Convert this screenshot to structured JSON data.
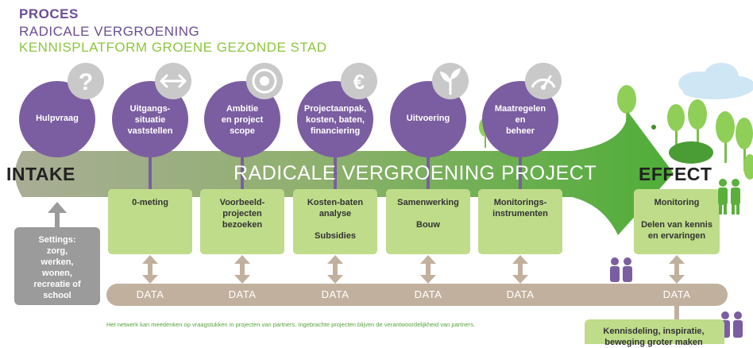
{
  "header": {
    "title": "PROCES",
    "subtitle": "RADICALE VERGROENING",
    "platform": "KENNISPLATFORM GROENE GEZONDE STAD"
  },
  "flow": {
    "start_label": "INTAKE",
    "center_label": "RADICALE VERGROENING PROJECT",
    "end_label": "EFFECT"
  },
  "steps": [
    {
      "label": "Hulpvraag",
      "icon": "question-icon"
    },
    {
      "label": "Uitgangs-\nsituatie\nvaststellen",
      "icon": "arrows-icon"
    },
    {
      "label": "Ambitie\nen project\nscope",
      "icon": "target-icon"
    },
    {
      "label": "Projectaanpak,\nkosten, baten,\nfinanciering",
      "icon": "euro-icon"
    },
    {
      "label": "Uitvoering",
      "icon": "sprout-icon"
    },
    {
      "label": "Maatregelen\nen\nbeheer",
      "icon": "gauge-icon"
    }
  ],
  "settings_box": {
    "label": "Settings:\nzorg,\nwerken,\nwonen,\nrecreatie of\nschool"
  },
  "boxes": [
    {
      "label": "0-meting"
    },
    {
      "label": "Voorbeeld-\nprojecten\nbezoeken"
    },
    {
      "label": "Kosten-baten\nanalyse\n\nSubsidies"
    },
    {
      "label": "Samenwerking\n\nBouw"
    },
    {
      "label": "Monitorings-\ninstrumenten"
    },
    {
      "label": "Monitoring\n\nDelen van kennis\nen ervaringen"
    }
  ],
  "data_labels": [
    "DATA",
    "DATA",
    "DATA",
    "DATA",
    "DATA",
    "DATA"
  ],
  "footnote": "Het netwerk kan meedenken op vraagstukken in projecten van partners. Ingebrachte projecten blijven de verantwoordelijkheid van partners.",
  "bottom_box": {
    "label": "Kennisdeling, inspiratie,\nbeweging groter maken"
  },
  "colors": {
    "purple": "#7b5ea1",
    "green_box": "#bfdc8a",
    "green_arrow": "#5ab03b",
    "data_bar": "#c2b09e",
    "grey": "#9b9b9b"
  }
}
